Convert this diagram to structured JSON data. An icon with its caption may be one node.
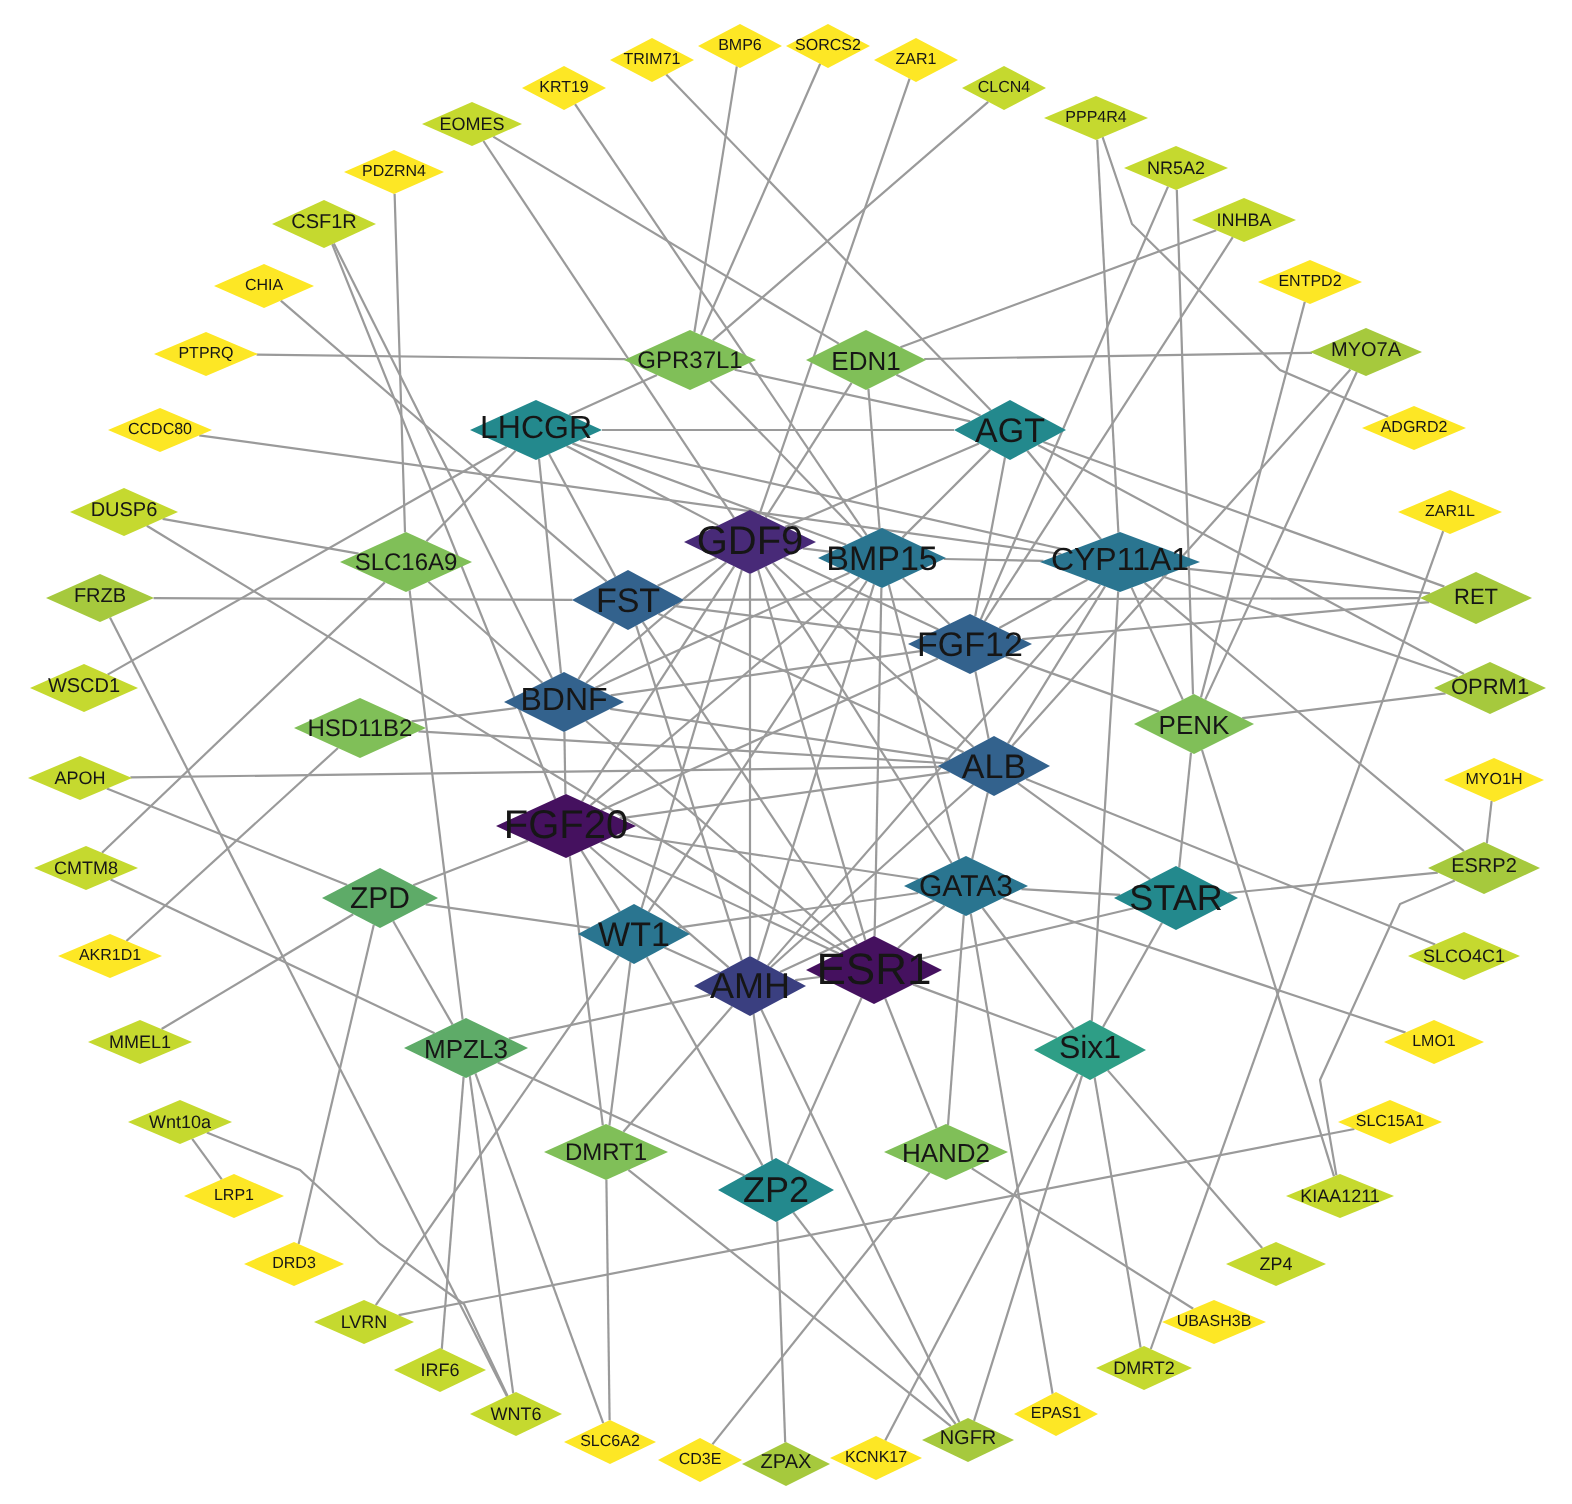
{
  "diagram": {
    "nodes": [
      {
        "text": [
          "BMP6"
        ]
      },
      {
        "text": [
          "SORCS2"
        ]
      },
      {
        "text": [
          "TRIM71"
        ]
      },
      {
        "text": [
          "ZAR1"
        ]
      },
      {
        "text": [
          "KRT19"
        ]
      },
      {
        "text": [
          "CLCN4"
        ]
      },
      {
        "text": [
          "PPP4R4"
        ]
      },
      {
        "text": [
          "EOMES"
        ]
      },
      {
        "text": [
          "NR5A2"
        ]
      },
      {
        "text": [
          "PDZRN4"
        ]
      },
      {
        "text": [
          "CSF1R"
        ]
      },
      {
        "text": [
          "INHBA"
        ]
      },
      {
        "text": [
          "ENTPD2"
        ]
      },
      {
        "text": [
          "CHIA"
        ]
      },
      {
        "text": [
          "PTPRQ"
        ]
      },
      {
        "text": [
          "MYO7A"
        ]
      },
      {
        "text": [
          "GPR37L1"
        ]
      },
      {
        "text": [
          "EDN1"
        ]
      },
      {
        "text": [
          "ADGRD2"
        ]
      },
      {
        "text": [
          "CCDC80"
        ]
      },
      {
        "text": [
          "LHCGR"
        ]
      },
      {
        "text": [
          "AGT"
        ]
      },
      {
        "text": [
          "ZAR1L"
        ]
      },
      {
        "text": [
          "DUSP6"
        ]
      },
      {
        "text": [
          "GDF9"
        ]
      },
      {
        "text": [
          "BMP15"
        ]
      },
      {
        "text": [
          "SLC16A9"
        ]
      },
      {
        "text": [
          "CYP11A1"
        ]
      },
      {
        "text": [
          "FRZB"
        ]
      },
      {
        "text": [
          "RET"
        ]
      },
      {
        "text": [
          "FST"
        ]
      },
      {
        "text": [
          "FGF12"
        ]
      },
      {
        "text": [
          "WSCD1"
        ]
      },
      {
        "text": [
          "OPRM1"
        ]
      },
      {
        "text": [
          "BDNF"
        ]
      },
      {
        "text": [
          "PENK"
        ]
      },
      {
        "text": [
          "HSD11B2"
        ]
      },
      {
        "text": [
          "ALB"
        ]
      },
      {
        "text": [
          "APOH"
        ]
      },
      {
        "text": [
          "MYO1H"
        ]
      },
      {
        "text": [
          "FGF20"
        ]
      },
      {
        "text": [
          "CMTM8"
        ]
      },
      {
        "text": [
          "ESRP2"
        ]
      },
      {
        "text": [
          "GATA3"
        ]
      },
      {
        "text": [
          "STAR"
        ]
      },
      {
        "text": [
          "ZPD"
        ]
      },
      {
        "text": [
          "WT1"
        ]
      },
      {
        "text": [
          "AKR1D1"
        ]
      },
      {
        "text": [
          "SLCO4C1"
        ]
      },
      {
        "text": [
          "ESR1"
        ]
      },
      {
        "text": [
          "AMH"
        ]
      },
      {
        "text": [
          "LMO1"
        ]
      },
      {
        "text": [
          "MMEL1"
        ]
      },
      {
        "text": [
          "MPZL3"
        ]
      },
      {
        "text": [
          "Six1"
        ]
      },
      {
        "text": [
          "SLC15A1"
        ]
      },
      {
        "text": [
          "Wnt10a"
        ]
      },
      {
        "text": [
          "DMRT1"
        ]
      },
      {
        "text": [
          "HAND2"
        ]
      },
      {
        "text": [
          "ZP2"
        ]
      },
      {
        "text": [
          "LRP1"
        ]
      },
      {
        "text": [
          "KIAA1211"
        ]
      },
      {
        "text": [
          "ZP4"
        ]
      },
      {
        "text": [
          "DRD3"
        ]
      },
      {
        "text": [
          "LVRN"
        ]
      },
      {
        "text": [
          "UBASH3B"
        ]
      },
      {
        "text": [
          "IRF6"
        ]
      },
      {
        "text": [
          "DMRT2"
        ]
      },
      {
        "text": [
          "WNT6"
        ]
      },
      {
        "text": [
          "EPAS1"
        ]
      },
      {
        "text": [
          "SLC6A2"
        ]
      },
      {
        "text": [
          "NGFR"
        ]
      },
      {
        "text": [
          "KCNK17"
        ]
      },
      {
        "text": [
          "CD3E"
        ]
      },
      {
        "text": [
          "ZPAX"
        ]
      }
    ],
    "edges": [
      {
        "from": 4,
        "to": 25,
        "arrow": "none"
      },
      {
        "from": 2,
        "to": 21,
        "arrow": "none"
      },
      {
        "from": 0,
        "to": 16,
        "arrow": "none"
      },
      {
        "from": 1,
        "to": 16,
        "arrow": "none"
      },
      {
        "from": 3,
        "to": 24,
        "arrow": "none"
      },
      {
        "from": 5,
        "to": 16,
        "arrow": "none"
      },
      {
        "from": 6,
        "to": 27,
        "arrow": "none"
      },
      {
        "from": 6,
        "to": 18,
        "arrow": "none"
      },
      {
        "from": 8,
        "to": 35,
        "arrow": "none"
      },
      {
        "from": 8,
        "to": 31,
        "arrow": "none"
      },
      {
        "from": 11,
        "to": 17,
        "arrow": "none"
      },
      {
        "from": 11,
        "to": 31,
        "arrow": "none"
      },
      {
        "from": 12,
        "to": 35,
        "arrow": "none"
      },
      {
        "from": 15,
        "to": 35,
        "arrow": "none"
      },
      {
        "from": 15,
        "to": 37,
        "arrow": "none"
      },
      {
        "from": 17,
        "to": 15,
        "arrow": "none"
      },
      {
        "from": 22,
        "to": 67,
        "arrow": "none"
      },
      {
        "from": 29,
        "to": 27,
        "arrow": "none"
      },
      {
        "from": 29,
        "to": 21,
        "arrow": "none"
      },
      {
        "from": 29,
        "to": 31,
        "arrow": "none"
      },
      {
        "from": 30,
        "to": 29,
        "arrow": "none"
      },
      {
        "from": 33,
        "to": 35,
        "arrow": "none"
      },
      {
        "from": 33,
        "to": 21,
        "arrow": "none"
      },
      {
        "from": 33,
        "to": 27,
        "arrow": "none"
      },
      {
        "from": 39,
        "to": 42,
        "arrow": "none"
      },
      {
        "from": 42,
        "to": 61,
        "arrow": "none"
      },
      {
        "from": 42,
        "to": 44,
        "arrow": "none"
      },
      {
        "from": 42,
        "to": 27,
        "arrow": "none"
      },
      {
        "from": 48,
        "to": 37,
        "arrow": "none"
      },
      {
        "from": 51,
        "to": 43,
        "arrow": "none"
      },
      {
        "from": 55,
        "to": 64,
        "arrow": "none"
      },
      {
        "from": 61,
        "to": 35,
        "arrow": "none"
      },
      {
        "from": 62,
        "to": 54,
        "arrow": "none"
      },
      {
        "from": 65,
        "to": 58,
        "arrow": "none"
      },
      {
        "from": 67,
        "to": 54,
        "arrow": "none"
      },
      {
        "from": 69,
        "to": 43,
        "arrow": "none"
      },
      {
        "from": 71,
        "to": 50,
        "arrow": "none"
      },
      {
        "from": 71,
        "to": 59,
        "arrow": "none"
      },
      {
        "from": 71,
        "to": 57,
        "arrow": "none"
      },
      {
        "from": 71,
        "to": 54,
        "arrow": "none"
      },
      {
        "from": 72,
        "to": 54,
        "arrow": "none"
      },
      {
        "from": 74,
        "to": 59,
        "arrow": "none"
      },
      {
        "from": 73,
        "to": 58,
        "arrow": "none"
      },
      {
        "from": 70,
        "to": 53,
        "arrow": "none"
      },
      {
        "from": 70,
        "to": 57,
        "arrow": "none"
      },
      {
        "from": 68,
        "to": 53,
        "arrow": "none"
      },
      {
        "from": 28,
        "to": 68,
        "arrow": "none"
      },
      {
        "from": 66,
        "to": 53,
        "arrow": "none"
      },
      {
        "from": 53,
        "to": 26,
        "arrow": "none"
      },
      {
        "from": 64,
        "to": 46,
        "arrow": "none"
      },
      {
        "from": 63,
        "to": 45,
        "arrow": "none"
      },
      {
        "from": 56,
        "to": 60,
        "arrow": "none"
      },
      {
        "from": 56,
        "to": 68,
        "arrow": "none"
      },
      {
        "from": 52,
        "to": 45,
        "arrow": "none"
      },
      {
        "from": 47,
        "to": 36,
        "arrow": "none"
      },
      {
        "from": 41,
        "to": 26,
        "arrow": "none"
      },
      {
        "from": 41,
        "to": 53,
        "arrow": "none"
      },
      {
        "from": 38,
        "to": 37,
        "arrow": "none"
      },
      {
        "from": 38,
        "to": 45,
        "arrow": "none"
      },
      {
        "from": 32,
        "to": 20,
        "arrow": "none"
      },
      {
        "from": 28,
        "to": 30,
        "arrow": "none"
      },
      {
        "from": 23,
        "to": 26,
        "arrow": "none"
      },
      {
        "from": 23,
        "to": 49,
        "arrow": "none"
      },
      {
        "from": 19,
        "to": 27,
        "arrow": "none"
      },
      {
        "from": 14,
        "to": 16,
        "arrow": "none"
      },
      {
        "from": 13,
        "to": 30,
        "arrow": "none"
      },
      {
        "from": 10,
        "to": 40,
        "arrow": "none"
      },
      {
        "from": 10,
        "to": 34,
        "arrow": "none"
      },
      {
        "from": 9,
        "to": 26,
        "arrow": "none"
      },
      {
        "from": 7,
        "to": 24,
        "arrow": "none"
      },
      {
        "from": 7,
        "to": 17,
        "arrow": "none"
      },
      {
        "from": 24,
        "to": 25,
        "arrow": "none"
      },
      {
        "from": 24,
        "to": 30,
        "arrow": "none"
      },
      {
        "from": 24,
        "to": 50,
        "arrow": "none"
      },
      {
        "from": 24,
        "to": 49,
        "arrow": "none"
      },
      {
        "from": 24,
        "to": 40,
        "arrow": "none"
      },
      {
        "from": 24,
        "to": 20,
        "arrow": "none"
      },
      {
        "from": 24,
        "to": 31,
        "arrow": "none"
      },
      {
        "from": 24,
        "to": 34,
        "arrow": "none"
      },
      {
        "from": 24,
        "to": 46,
        "arrow": "none"
      },
      {
        "from": 24,
        "to": 37,
        "arrow": "none"
      },
      {
        "from": 24,
        "to": 43,
        "arrow": "none"
      },
      {
        "from": 24,
        "to": 21,
        "arrow": "none"
      },
      {
        "from": 24,
        "to": 17,
        "arrow": "none"
      },
      {
        "from": 25,
        "to": 50,
        "arrow": "none"
      },
      {
        "from": 25,
        "to": 49,
        "arrow": "none"
      },
      {
        "from": 25,
        "to": 40,
        "arrow": "none"
      },
      {
        "from": 25,
        "to": 27,
        "arrow": "none"
      },
      {
        "from": 25,
        "to": 31,
        "arrow": "none"
      },
      {
        "from": 25,
        "to": 46,
        "arrow": "none"
      },
      {
        "from": 25,
        "to": 43,
        "arrow": "none"
      },
      {
        "from": 25,
        "to": 34,
        "arrow": "none"
      },
      {
        "from": 25,
        "to": 20,
        "arrow": "none"
      },
      {
        "from": 25,
        "to": 17,
        "arrow": "none"
      },
      {
        "from": 49,
        "to": 40,
        "arrow": "none"
      },
      {
        "from": 49,
        "to": 50,
        "arrow": "none"
      },
      {
        "from": 49,
        "to": 43,
        "arrow": "none"
      },
      {
        "from": 49,
        "to": 44,
        "arrow": "none"
      },
      {
        "from": 49,
        "to": 34,
        "arrow": "none"
      },
      {
        "from": 49,
        "to": 30,
        "arrow": "none"
      },
      {
        "from": 49,
        "to": 58,
        "arrow": "none"
      },
      {
        "from": 49,
        "to": 59,
        "arrow": "none"
      },
      {
        "from": 49,
        "to": 54,
        "arrow": "none"
      },
      {
        "from": 40,
        "to": 50,
        "arrow": "none"
      },
      {
        "from": 40,
        "to": 34,
        "arrow": "none"
      },
      {
        "from": 40,
        "to": 31,
        "arrow": "none"
      },
      {
        "from": 40,
        "to": 37,
        "arrow": "none"
      },
      {
        "from": 40,
        "to": 43,
        "arrow": "none"
      },
      {
        "from": 40,
        "to": 46,
        "arrow": "none"
      },
      {
        "from": 40,
        "to": 45,
        "arrow": "none"
      },
      {
        "from": 40,
        "to": 57,
        "arrow": "none"
      },
      {
        "from": 50,
        "to": 30,
        "arrow": "none"
      },
      {
        "from": 50,
        "to": 46,
        "arrow": "none"
      },
      {
        "from": 50,
        "to": 59,
        "arrow": "none"
      },
      {
        "from": 50,
        "to": 43,
        "arrow": "none"
      },
      {
        "from": 50,
        "to": 27,
        "arrow": "none"
      },
      {
        "from": 50,
        "to": 57,
        "arrow": "none"
      },
      {
        "from": 50,
        "to": 37,
        "arrow": "none"
      },
      {
        "from": 20,
        "to": 30,
        "arrow": "none"
      },
      {
        "from": 20,
        "to": 27,
        "arrow": "none"
      },
      {
        "from": 20,
        "to": 21,
        "arrow": "none"
      },
      {
        "from": 20,
        "to": 34,
        "arrow": "none"
      },
      {
        "from": 27,
        "to": 21,
        "arrow": "none"
      },
      {
        "from": 27,
        "to": 37,
        "arrow": "none"
      },
      {
        "from": 27,
        "to": 31,
        "arrow": "none"
      },
      {
        "from": 27,
        "to": 54,
        "arrow": "none"
      },
      {
        "from": 27,
        "to": 35,
        "arrow": "none"
      },
      {
        "from": 30,
        "to": 34,
        "arrow": "none"
      },
      {
        "from": 30,
        "to": 31,
        "arrow": "none"
      },
      {
        "from": 30,
        "to": 37,
        "arrow": "none"
      },
      {
        "from": 31,
        "to": 37,
        "arrow": "none"
      },
      {
        "from": 31,
        "to": 34,
        "arrow": "none"
      },
      {
        "from": 37,
        "to": 43,
        "arrow": "none"
      },
      {
        "from": 37,
        "to": 34,
        "arrow": "none"
      },
      {
        "from": 43,
        "to": 44,
        "arrow": "none"
      },
      {
        "from": 43,
        "to": 46,
        "arrow": "none"
      },
      {
        "from": 43,
        "to": 58,
        "arrow": "none"
      },
      {
        "from": 46,
        "to": 57,
        "arrow": "none"
      },
      {
        "from": 46,
        "to": 59,
        "arrow": "none"
      },
      {
        "from": 46,
        "to": 45,
        "arrow": "none"
      },
      {
        "from": 54,
        "to": 44,
        "arrow": "none"
      },
      {
        "from": 54,
        "to": 43,
        "arrow": "none"
      },
      {
        "from": 45,
        "to": 53,
        "arrow": "none"
      },
      {
        "from": 16,
        "to": 20,
        "arrow": "none"
      },
      {
        "from": 16,
        "to": 25,
        "arrow": "none"
      },
      {
        "from": 16,
        "to": 21,
        "arrow": "none"
      },
      {
        "from": 17,
        "to": 21,
        "arrow": "none"
      },
      {
        "from": 26,
        "to": 20,
        "arrow": "none"
      },
      {
        "from": 26,
        "to": 34,
        "arrow": "none"
      },
      {
        "from": 36,
        "to": 34,
        "arrow": "none"
      },
      {
        "from": 36,
        "to": 37,
        "arrow": "none"
      },
      {
        "from": 53,
        "to": 50,
        "arrow": "none"
      },
      {
        "from": 53,
        "to": 59,
        "arrow": "none"
      },
      {
        "from": 35,
        "to": 44,
        "arrow": "none"
      },
      {
        "from": 35,
        "to": 31,
        "arrow": "none"
      },
      {
        "from": 44,
        "to": 37,
        "arrow": "none"
      },
      {
        "from": 21,
        "to": 31,
        "arrow": "none"
      },
      {
        "from": 21,
        "to": 25,
        "arrow": "none"
      }
    ]
  }
}
